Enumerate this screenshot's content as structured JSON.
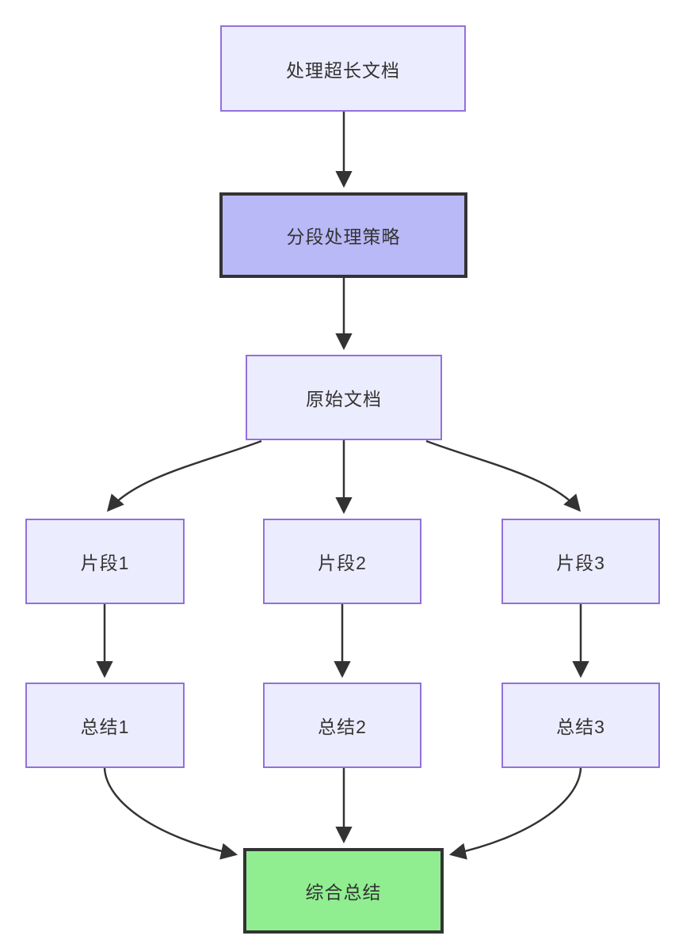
{
  "diagram": {
    "type": "flowchart",
    "direction": "top-down",
    "nodes": [
      {
        "id": "doc",
        "label": "处理超长文档",
        "style": "light"
      },
      {
        "id": "strategy",
        "label": "分段处理策略",
        "style": "emphasis"
      },
      {
        "id": "original",
        "label": "原始文档",
        "style": "light"
      },
      {
        "id": "frag1",
        "label": "片段1",
        "style": "light"
      },
      {
        "id": "frag2",
        "label": "片段2",
        "style": "light"
      },
      {
        "id": "frag3",
        "label": "片段3",
        "style": "light"
      },
      {
        "id": "sum1",
        "label": "总结1",
        "style": "light"
      },
      {
        "id": "sum2",
        "label": "总结2",
        "style": "light"
      },
      {
        "id": "sum3",
        "label": "总结3",
        "style": "light"
      },
      {
        "id": "final",
        "label": "综合总结",
        "style": "final"
      }
    ],
    "edges": [
      {
        "from": "doc",
        "to": "strategy"
      },
      {
        "from": "strategy",
        "to": "original"
      },
      {
        "from": "original",
        "to": "frag1"
      },
      {
        "from": "original",
        "to": "frag2"
      },
      {
        "from": "original",
        "to": "frag3"
      },
      {
        "from": "frag1",
        "to": "sum1"
      },
      {
        "from": "frag2",
        "to": "sum2"
      },
      {
        "from": "frag3",
        "to": "sum3"
      },
      {
        "from": "sum1",
        "to": "final"
      },
      {
        "from": "sum2",
        "to": "final"
      },
      {
        "from": "sum3",
        "to": "final"
      }
    ],
    "colors": {
      "node_fill": "#ECECFF",
      "node_border": "#9370DB",
      "emphasis_fill": "#b9b9f8",
      "emphasis_border": "#333333",
      "final_fill": "#90EE90",
      "final_border": "#333333",
      "edge": "#333333",
      "text": "#333333",
      "background": "#ffffff"
    }
  }
}
